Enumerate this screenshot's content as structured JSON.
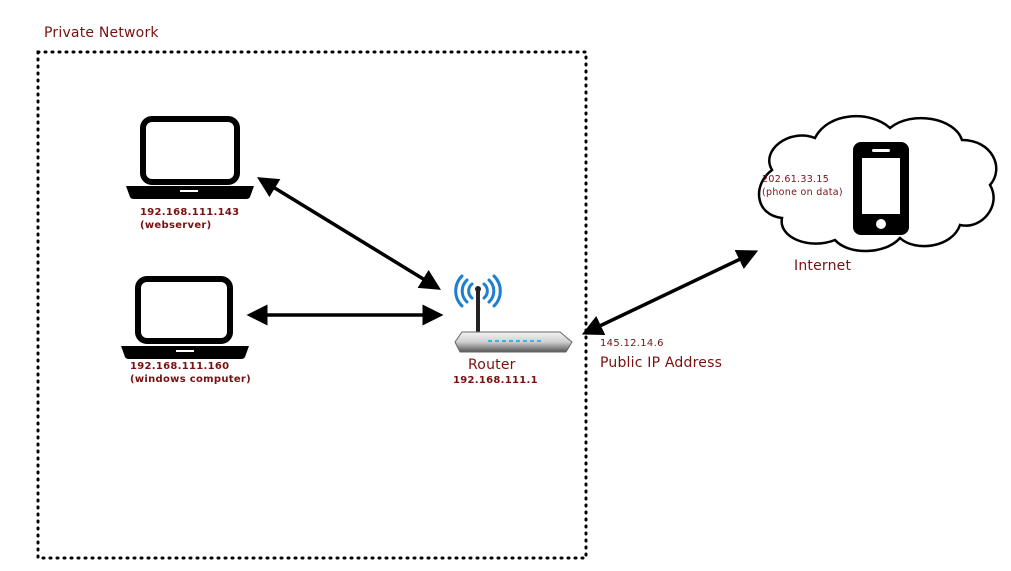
{
  "private_network": {
    "title": "Private Network"
  },
  "webserver": {
    "ip": "192.168.111.143",
    "desc": "(webserver)"
  },
  "windows_pc": {
    "ip": "192.168.111.160",
    "desc": "(windows computer)"
  },
  "router": {
    "name": "Router",
    "ip": "192.168.111.1"
  },
  "public": {
    "ip": "145.12.14.6",
    "label": "Public IP Address"
  },
  "phone": {
    "ip": "202.61.33.15",
    "desc": "(phone on data)"
  },
  "internet": {
    "label": "Internet"
  },
  "colors": {
    "text": "#7a1010",
    "wifi": "#1e7fd0",
    "line": "#000000",
    "router_led": "#35b8e6"
  }
}
